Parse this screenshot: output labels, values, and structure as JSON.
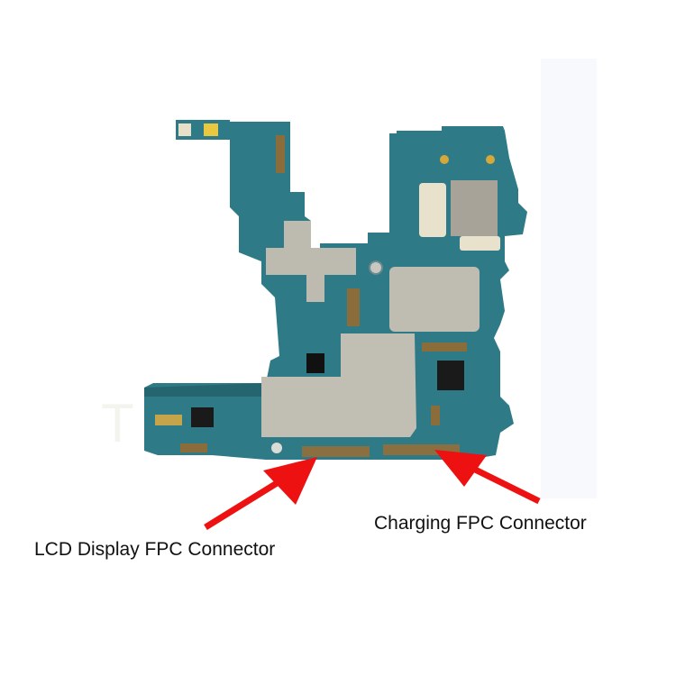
{
  "image": {
    "subject": "smartphone mainboard (PCB)",
    "background_color": "#ffffff",
    "pcb_color": "#2e7a86",
    "shield_color": "#b8b6ad",
    "arrow_color": "#ee1111"
  },
  "annotations": [
    {
      "id": "lcd",
      "label": "LCD Display FPC Connector"
    },
    {
      "id": "charging",
      "label": "Charging FPC Connector"
    }
  ],
  "watermark": "T"
}
